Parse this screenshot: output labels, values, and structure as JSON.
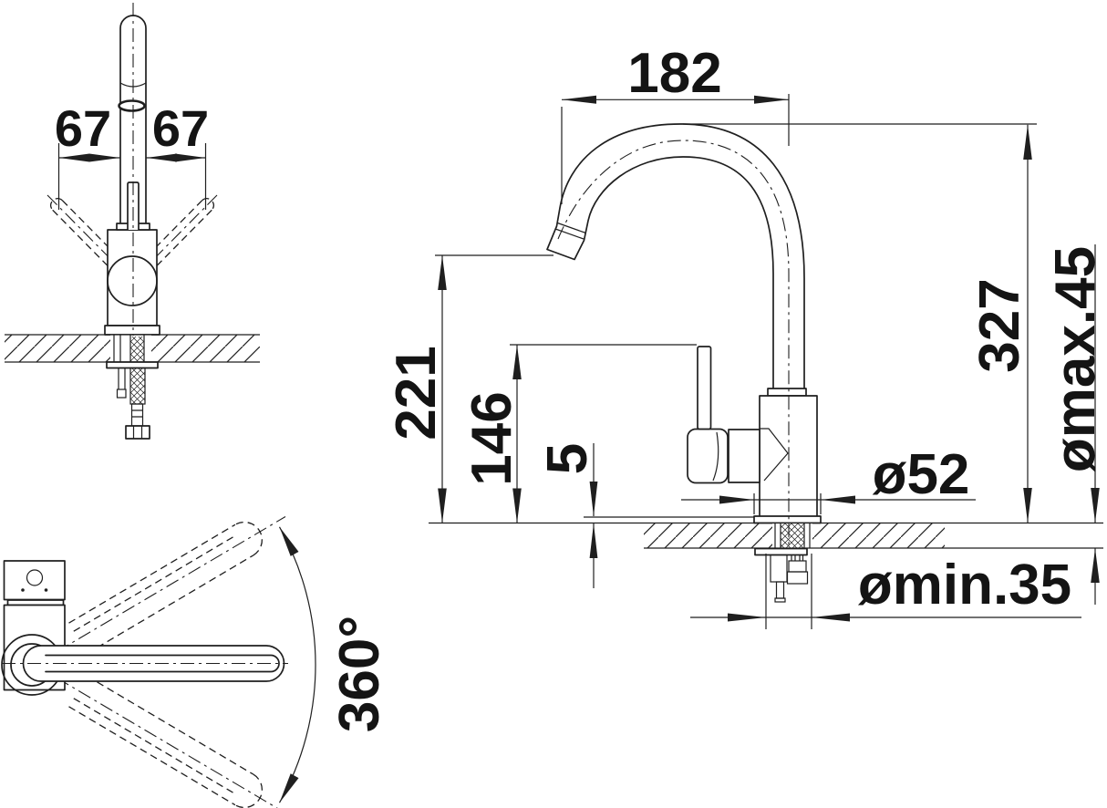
{
  "title": "Kitchen faucet installation dimension drawing",
  "colors": {
    "ink": "#1f1f1f",
    "background": "#ffffff"
  },
  "views": {
    "front": {
      "dimensions": {
        "handle_swing_left": "67",
        "handle_swing_right": "67"
      }
    },
    "side": {
      "dimensions": {
        "spout_reach": "182",
        "total_height": "327",
        "outlet_height": "221",
        "handle_height": "146",
        "base_plate_thickness": "5",
        "base_diameter": "ø52",
        "max_mount": "ømax.45",
        "min_hole": "ømin.35"
      }
    },
    "top": {
      "dimensions": {
        "swivel_range": "360°"
      }
    }
  }
}
